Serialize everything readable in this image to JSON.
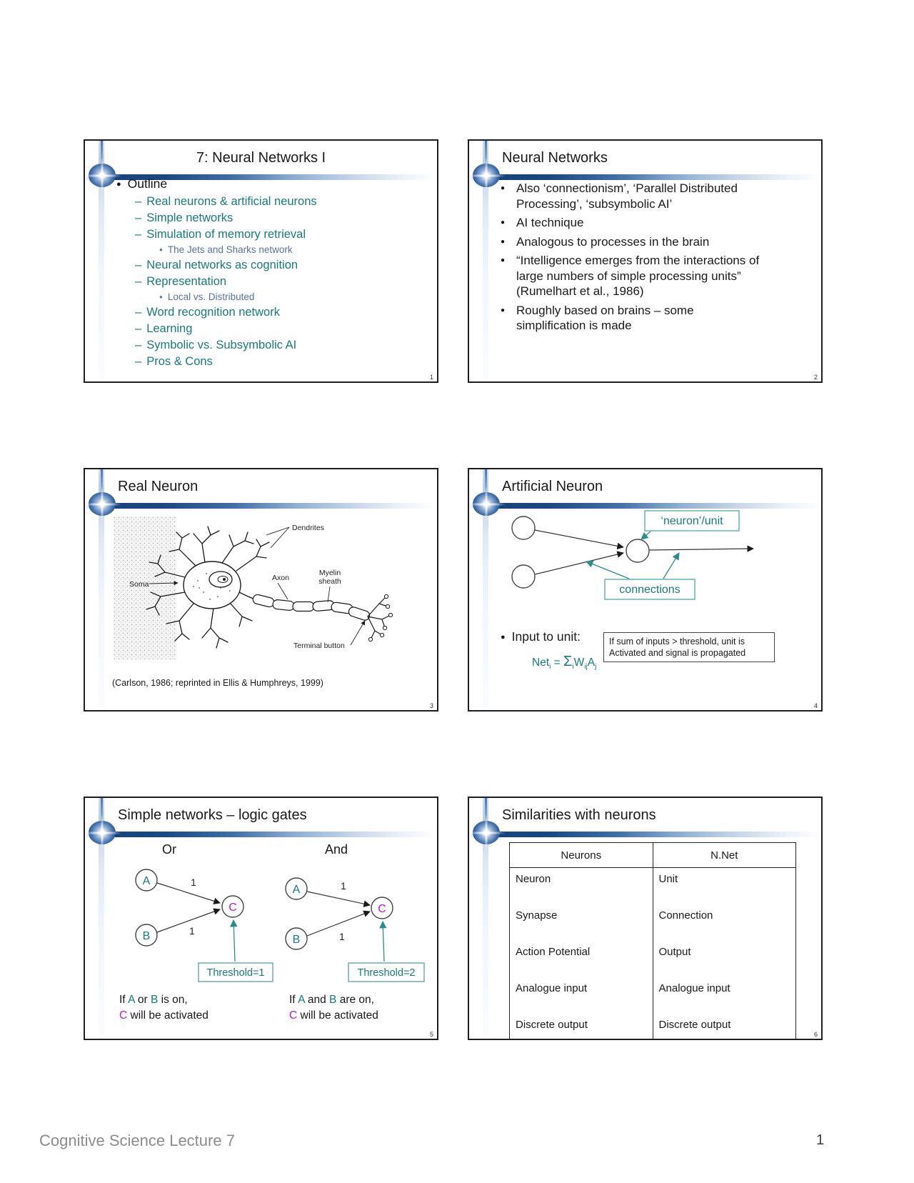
{
  "page": {
    "footer_left": "Cognitive Science Lecture 7",
    "footer_page": "1"
  },
  "markers": {
    "dot": "●",
    "dash": "–",
    "sdot": "●"
  },
  "colors": {
    "teal": "#187a7c",
    "slate": "#5872a2",
    "magenta": "#b520c8",
    "band_navy": "#16417c"
  },
  "slides": {
    "s1": {
      "page_num": "1",
      "title": "7: Neural Networks I",
      "outline_label": "Outline",
      "items": [
        "Real neurons & artificial neurons",
        "Simple networks",
        "Simulation of memory retrieval",
        "The Jets and Sharks network",
        "Neural networks as cognition",
        "Representation",
        "Local vs. Distributed",
        "Word recognition network",
        "Learning",
        "Symbolic vs. Subsymbolic AI",
        "Pros & Cons"
      ]
    },
    "s2": {
      "page_num": "2",
      "title": "Neural Networks",
      "bullets": [
        {
          "lines": [
            "Also ‘connectionism’, ‘Parallel Distributed",
            "Processing’, ‘subsymbolic AI’"
          ]
        },
        {
          "lines": [
            "AI technique"
          ]
        },
        {
          "lines": [
            "Analogous to processes in the brain"
          ]
        },
        {
          "lines": [
            "“Intelligence emerges from the interactions of",
            "large numbers of simple processing units”",
            "(Rumelhart et al., 1986)"
          ]
        },
        {
          "lines": [
            "Roughly based on brains – some",
            "simplification is made"
          ]
        }
      ]
    },
    "s3": {
      "page_num": "3",
      "title": "Real Neuron",
      "labels": {
        "dendrites": "Dendrites",
        "soma": "Soma",
        "axon": "Axon",
        "myelin_1": "Myelin",
        "myelin_2": "sheath",
        "terminal": "Terminal button"
      },
      "caption": "(Carlson, 1986; reprinted in Ellis & Humphreys, 1999)"
    },
    "s4": {
      "page_num": "4",
      "title": "Artificial Neuron",
      "label_unit": "‘neuron’/unit",
      "label_connections": "connections",
      "bullet": "Input to unit:",
      "formula": {
        "net": "Net",
        "i": "i",
        "eq": " = ",
        "sigma": "Σ",
        "i2": "i",
        "w": "W",
        "ij": "ij",
        "a": "A",
        "j": "j"
      },
      "infobox": {
        "lines": [
          "If sum of inputs > threshold, unit is",
          "Activated and signal is propagated"
        ]
      }
    },
    "s5": {
      "page_num": "5",
      "title": "Simple networks – logic gates",
      "or_label": "Or",
      "and_label": "And",
      "node_a": "A",
      "node_b": "B",
      "node_c": "C",
      "weight": "1",
      "threshold_or": "Threshold=1",
      "threshold_and": "Threshold=2",
      "or_caption": {
        "pre": "If ",
        "a": "A",
        "mid": " or ",
        "b": "B",
        "post": " is on,",
        "c": "C",
        "rest": " will be activated"
      },
      "and_caption": {
        "pre": "If ",
        "a": "A",
        "mid": " and ",
        "b": "B",
        "post": " are on,",
        "c": "C",
        "rest": " will be activated"
      }
    },
    "s6": {
      "page_num": "6",
      "title": "Similarities with neurons",
      "table": {
        "headers": [
          "Neurons",
          "N.Net"
        ],
        "rows": [
          [
            "Neuron",
            "Unit"
          ],
          [
            "Synapse",
            "Connection"
          ],
          [
            "Action Potential",
            "Output"
          ],
          [
            "Analogue input",
            "Analogue input"
          ],
          [
            "Discrete output",
            "Discrete output"
          ]
        ]
      }
    }
  }
}
